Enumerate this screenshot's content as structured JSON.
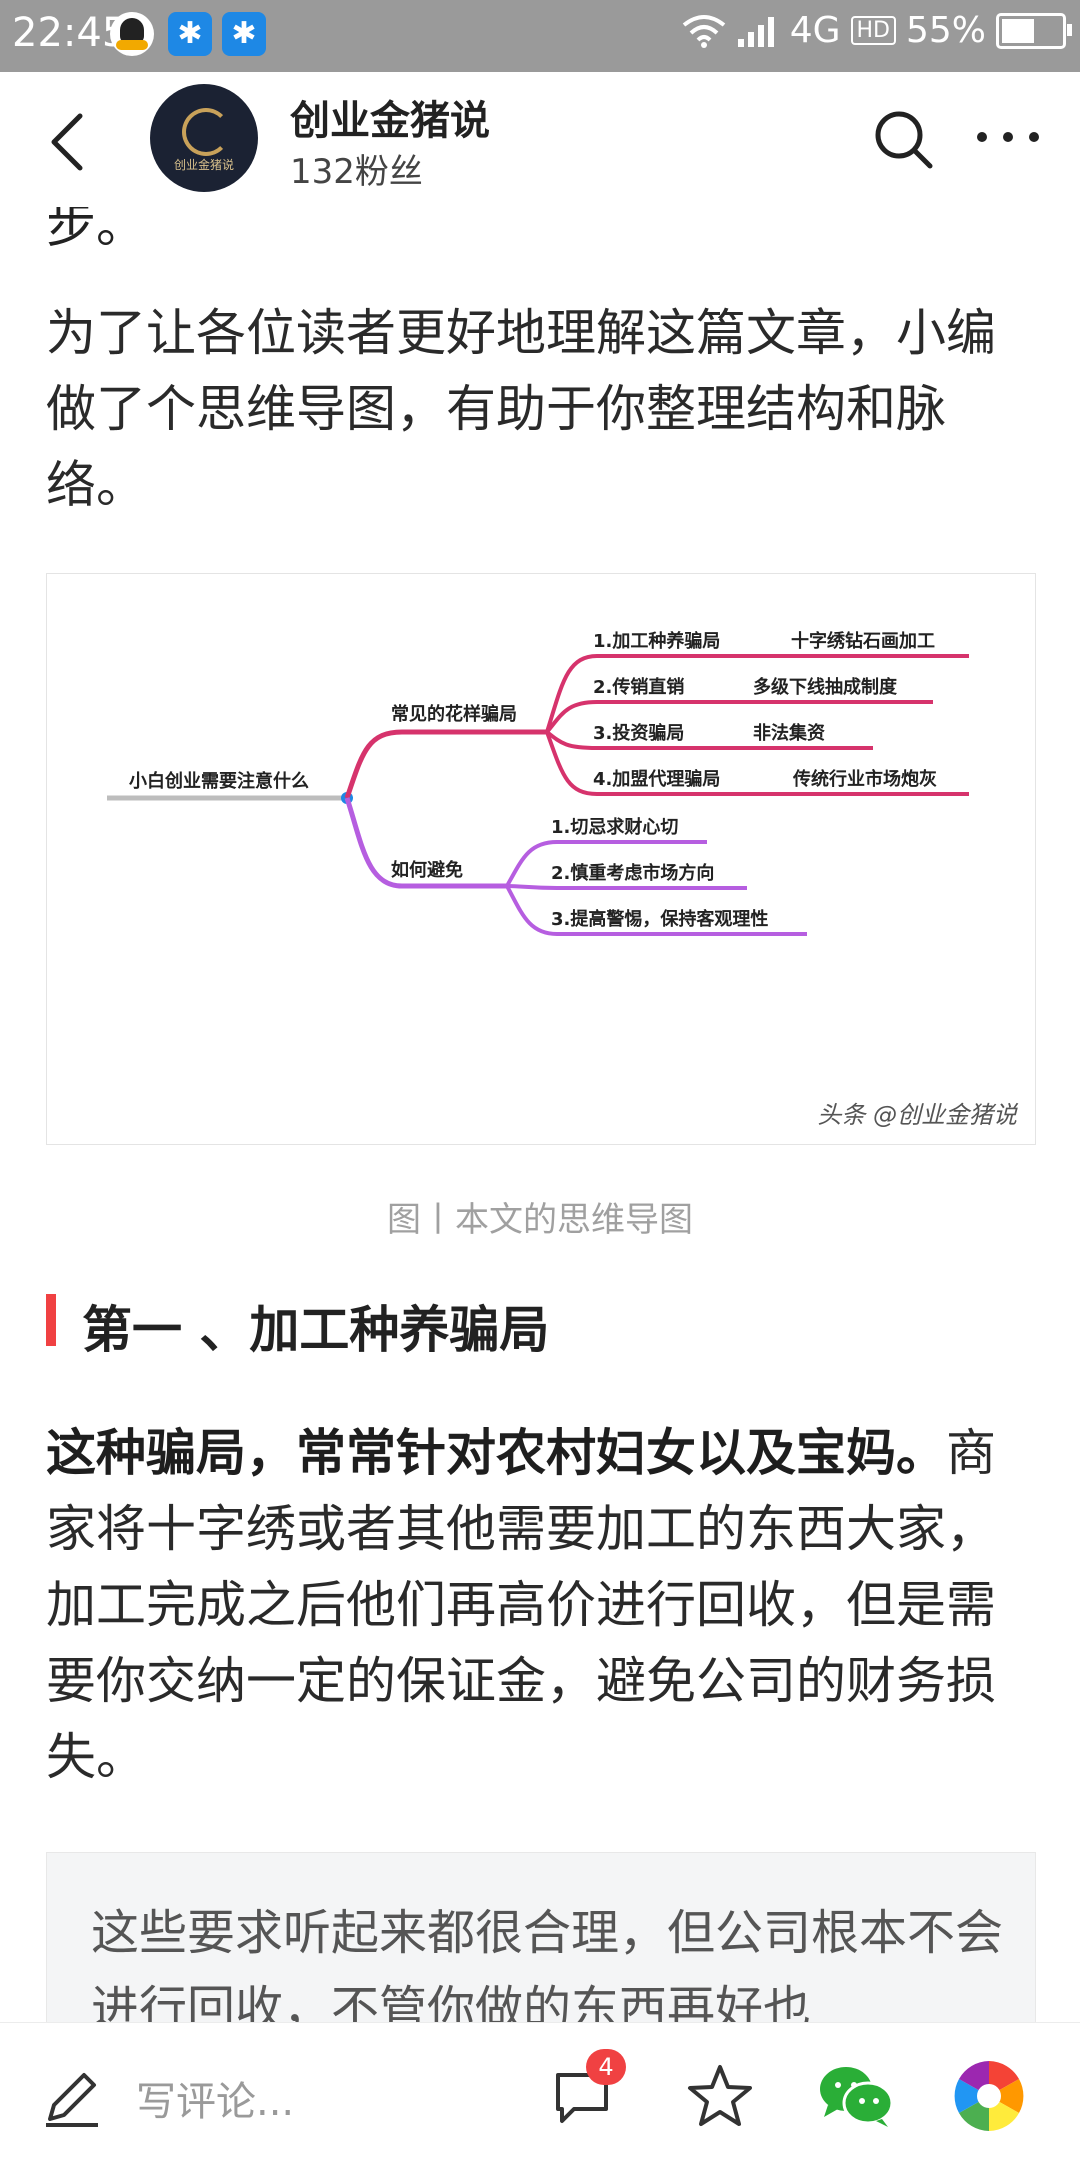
{
  "status_bar": {
    "time": "22:45",
    "network": "4G",
    "hd": "HD",
    "battery": "55%",
    "battery_level": 0.55
  },
  "header": {
    "channel_name": "创业金猪说",
    "followers": "132粉丝",
    "avatar_text": "创业金猪说"
  },
  "article": {
    "cut_line": "步。",
    "intro": "为了让各位读者更好地理解这篇文章，小编做了个思维导图，有助于你整理结构和脉络。",
    "figure": {
      "root": "小白创业需要注意什么",
      "branch1": "常见的花样骗局",
      "branch1_items": [
        {
          "label": "1.加工种养骗局",
          "detail": "十字绣钻石画加工"
        },
        {
          "label": "2.传销直销",
          "detail": "多级下线抽成制度"
        },
        {
          "label": "3.投资骗局",
          "detail": "非法集资"
        },
        {
          "label": "4.加盟代理骗局",
          "detail": "传统行业市场炮灰"
        }
      ],
      "branch2": "如何避免",
      "branch2_items": [
        "1.切忌求财心切",
        "2.慎重考虑市场方向",
        "3.提高警惕，保持客观理性"
      ],
      "watermark": "头条 @创业金猪说"
    },
    "caption": "图丨本文的思维导图",
    "section_title": "第一 、加工种养骗局",
    "para_bold": "这种骗局，常常针对农村妇女以及宝妈。",
    "para_rest": "商家将十字绣或者其他需要加工的东西大家，加工完成之后他们再高价进行回收，但是需要你交纳一定的保证金，避免公司的财务损失。",
    "quote": "这些要求听起来都很合理，但公司根本不会进行回收，不管你做的东西再好也"
  },
  "bottom_bar": {
    "comment_placeholder": "写评论...",
    "comment_count": "4"
  },
  "colors": {
    "accent_red": "#f04142",
    "mindmap_red": "#d6336c",
    "mindmap_purple": "#b65ee0",
    "node_blue": "#1e88e5"
  }
}
